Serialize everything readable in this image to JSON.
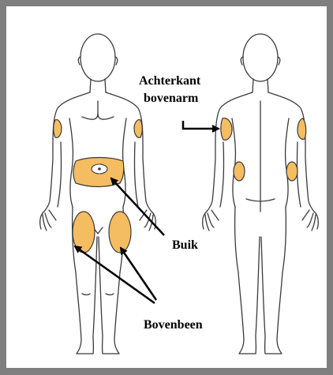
{
  "diagram": {
    "labels": {
      "upper_arm_back_line1": "Achterkant",
      "upper_arm_back_line2": "bovenarm",
      "abdomen": "Buik",
      "thigh": "Bovenbeen"
    },
    "colors": {
      "frame": "#7f7f7f",
      "background": "#ffffff",
      "body_outline": "#3a3a3a",
      "injection_site_fill": "#f5bd61",
      "arrow": "#000000"
    },
    "icons": [
      "body-front-icon",
      "body-back-icon",
      "navel-icon"
    ]
  }
}
